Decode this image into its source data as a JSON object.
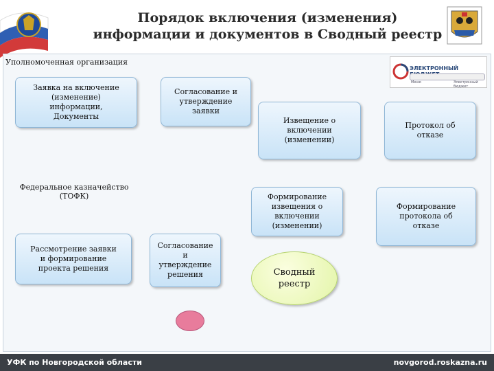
{
  "title_line1": "Порядок включения (изменения)",
  "title_line2": "информации и документов в Сводный реестр",
  "lanes": {
    "org": "Уполномоченная организация",
    "tofk_line1": "Федеральное казначейство",
    "tofk_line2": "(ТОФК)"
  },
  "boxes": {
    "request": "Заявка на включение\n(изменение)\nинформации,\nДокументы",
    "approval_org": "Согласование и\nутверждение\nзаявки",
    "notice": "Извещение о\nвключении\n(изменении)",
    "refusal_protocol": "Протокол об\nотказе",
    "review": "Рассмотрение заявки\nи формирование\nпроекта решения",
    "approval_tofk": "Согласование\nи\nутверждение\nрешения",
    "form_notice": "Формирование\nизвещения о\nвключении\n(изменении)",
    "form_protocol": "Формирование\nпротокола об\nотказе",
    "registry": "Сводный\nреестр"
  },
  "eb_widget": {
    "logo": "ЭЛЕКТРОННЫЙ БЮДЖЕТ",
    "menu": "Меню",
    "link": "Электронный бюджет"
  },
  "footer": {
    "left": "УФК по Новгородской области",
    "right": "novgorod.roskazna.ru"
  },
  "colors": {
    "box_fill": "#c9e3f7",
    "ellipse_fill": "#e3f5a8",
    "connector_fill": "#e87c9c",
    "footer_bg": "#3a3f45",
    "arrow": "#1f3a5f"
  }
}
